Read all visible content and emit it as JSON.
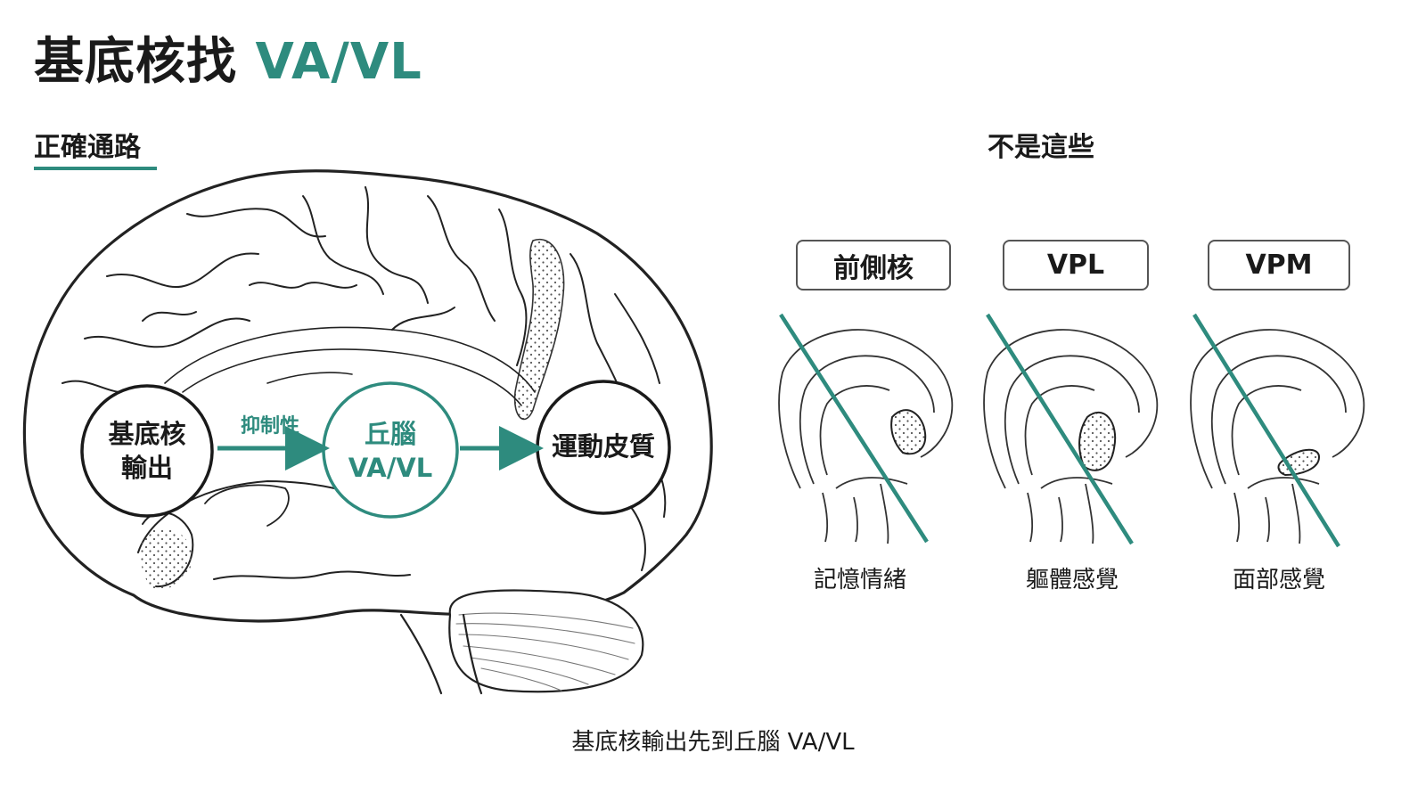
{
  "title": {
    "main": "基底核找",
    "accent": "VA/VL"
  },
  "pathway": {
    "heading": "正確通路",
    "nodes": [
      {
        "line1": "基底核",
        "line2": "輸出"
      },
      {
        "line1": "丘腦",
        "line2": "VA/VL"
      },
      {
        "line1": "運動皮質",
        "line2": ""
      }
    ],
    "arrow_label": "抑制性"
  },
  "wrong_options": {
    "heading": "不是這些",
    "items": [
      {
        "name": "前側核",
        "function": "記憶情緒"
      },
      {
        "name": "VPL",
        "function": "軀體感覺"
      },
      {
        "name": "VPM",
        "function": "面部感覺"
      }
    ]
  },
  "footer": "基底核輸出先到丘腦 VA/VL",
  "colors": {
    "accent": "#2e8b7e",
    "ink": "#1a1a1a"
  }
}
